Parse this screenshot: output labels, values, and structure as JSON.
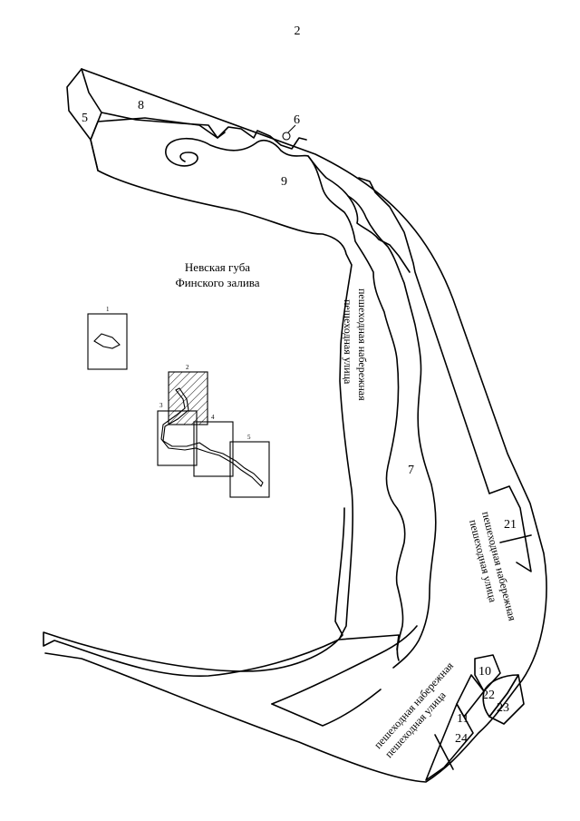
{
  "page_number": "2",
  "sea_label": {
    "line1": "Невская губа",
    "line2": "Финского залива"
  },
  "street_labels": {
    "main_line1": "пешеходная набережная",
    "main_line2": "пешеходная улица",
    "right_line1": "пешеходная набережная",
    "right_line2": "пешеходная улица",
    "bottom_line1": "пешеходная набережная",
    "bottom_line2": "пешеходная улица"
  },
  "zones": {
    "z5": "5",
    "z6": "6",
    "z7": "7",
    "z8": "8",
    "z9": "9",
    "z10": "10",
    "z11": "11",
    "z21": "21",
    "z22": "22",
    "z23": "23",
    "z24": "24"
  },
  "inset_frames": {
    "f1": "1",
    "f2": "2",
    "f3": "3",
    "f4": "4",
    "f5": "5"
  },
  "colors": {
    "line": "#000000",
    "background": "#ffffff"
  }
}
